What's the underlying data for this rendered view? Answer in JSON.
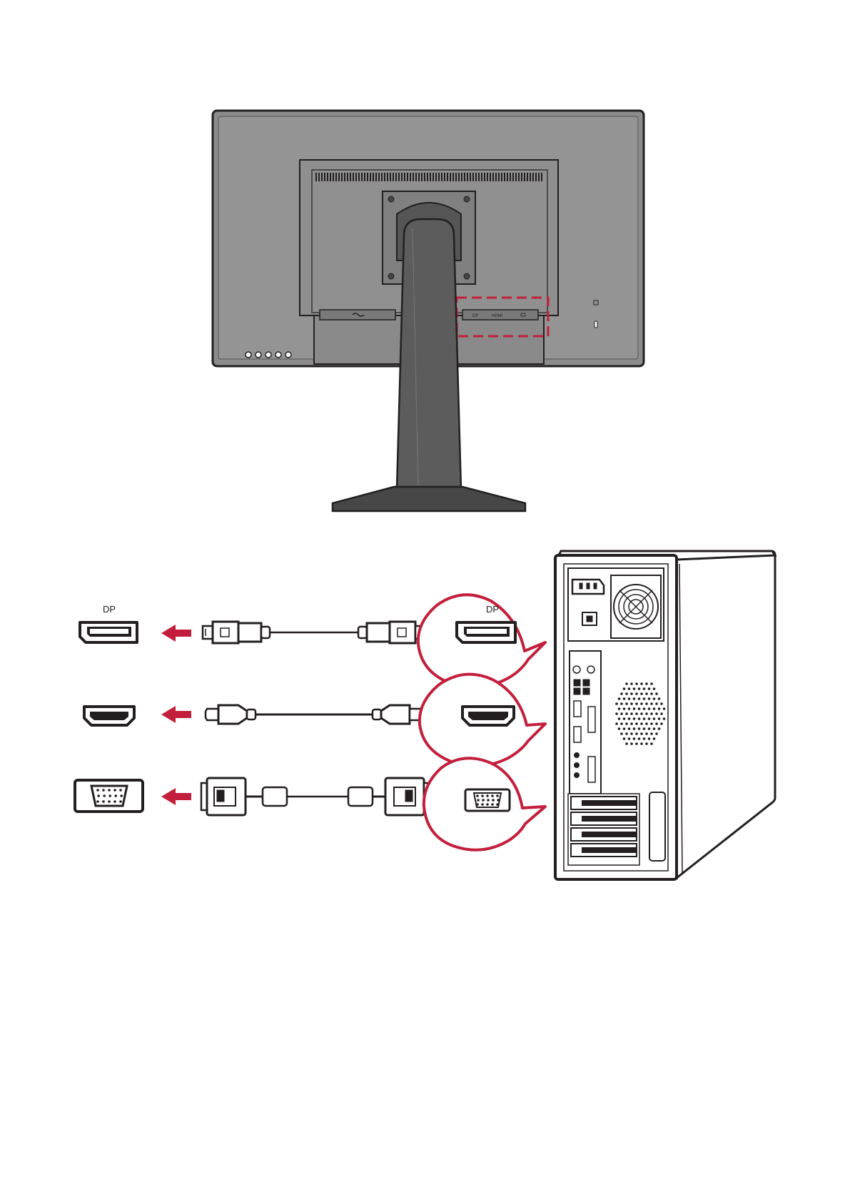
{
  "labels": {
    "port_dp": "DP",
    "panel_dp": "DP",
    "panel_hdmi": "HDMI"
  },
  "colors": {
    "accent": "#c31f3d",
    "monitor_body": "#8f8f8f",
    "stand": "#5c5c5c",
    "outline": "#231f20"
  },
  "icons": {
    "arrow": "arrow-left-icon",
    "dp_port": "displayport-port-icon",
    "hdmi_port": "hdmi-port-icon",
    "vga_port": "vga-port-icon"
  }
}
